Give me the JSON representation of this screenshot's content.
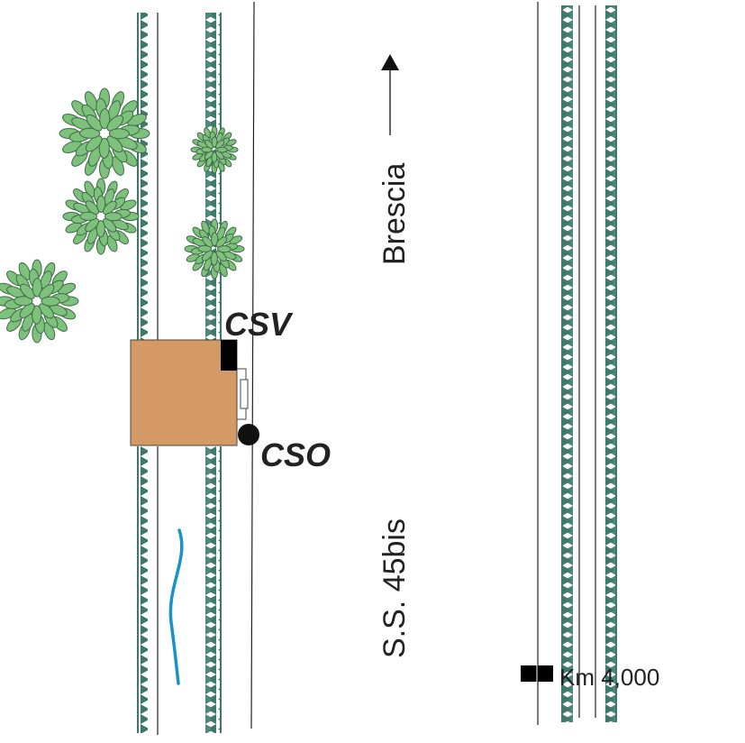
{
  "labels": {
    "csv": "CSV",
    "cso": "CSO",
    "direction": "Brescia",
    "road": "S.S. 45bis",
    "km": "Km 4,000"
  },
  "colors": {
    "hedge": "#3d7a6a",
    "tree_fill": "#7dc17d",
    "tree_stroke": "#3f6b46",
    "building": "#d49a66",
    "stream": "#1793c9",
    "marker": "#000000"
  },
  "icons": {
    "direction_arrow": "arrow-up-icon",
    "tree": "tree-icon",
    "stream": "stream-icon",
    "station_csv": "csv-station-icon",
    "station_cso": "cso-station-icon"
  }
}
